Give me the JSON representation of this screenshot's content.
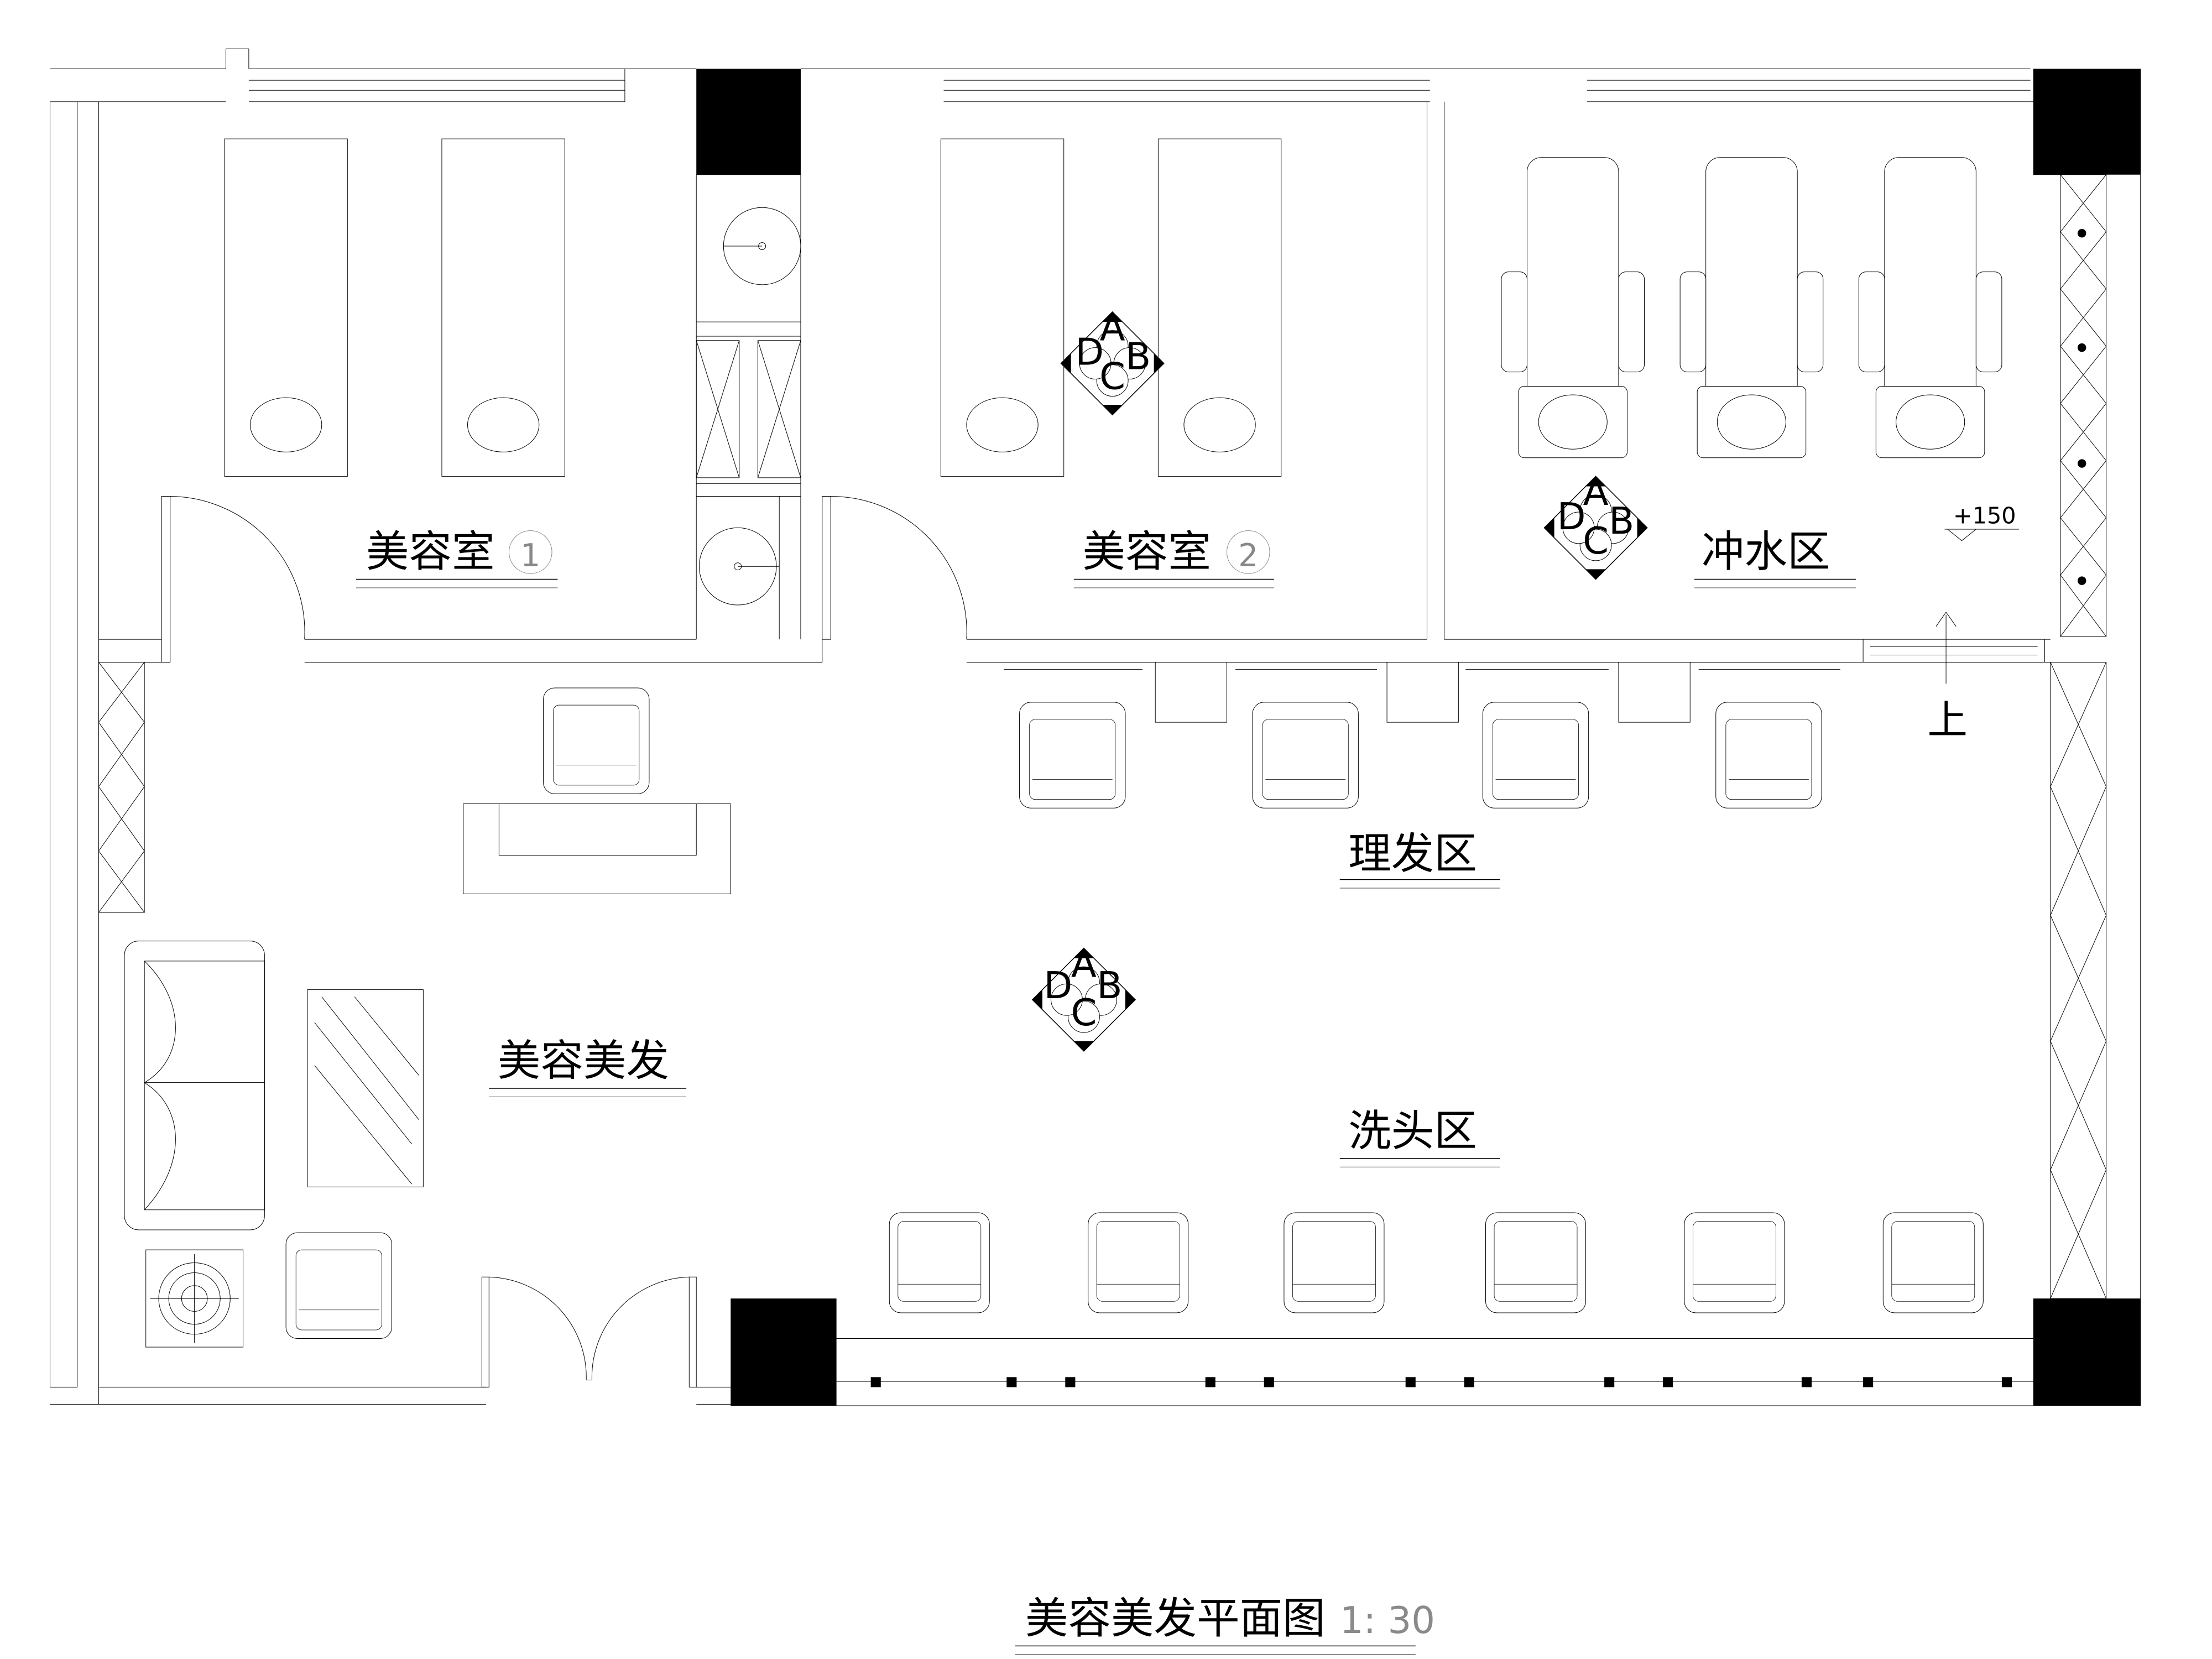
{
  "drawing": {
    "title": "美容美发平面图",
    "scale": "1: 30"
  },
  "rooms": {
    "beauty_room_1": "美容室",
    "beauty_room_1_no": "1",
    "beauty_room_2": "美容室",
    "beauty_room_2_no": "2",
    "rinse_area": "冲水区",
    "haircut_area": "理发区",
    "shampoo_area": "洗头区",
    "reception": "美容美发"
  },
  "annotations": {
    "level": "+150",
    "up": "上"
  },
  "index_tag_letters": [
    "A",
    "B",
    "C",
    "D"
  ]
}
